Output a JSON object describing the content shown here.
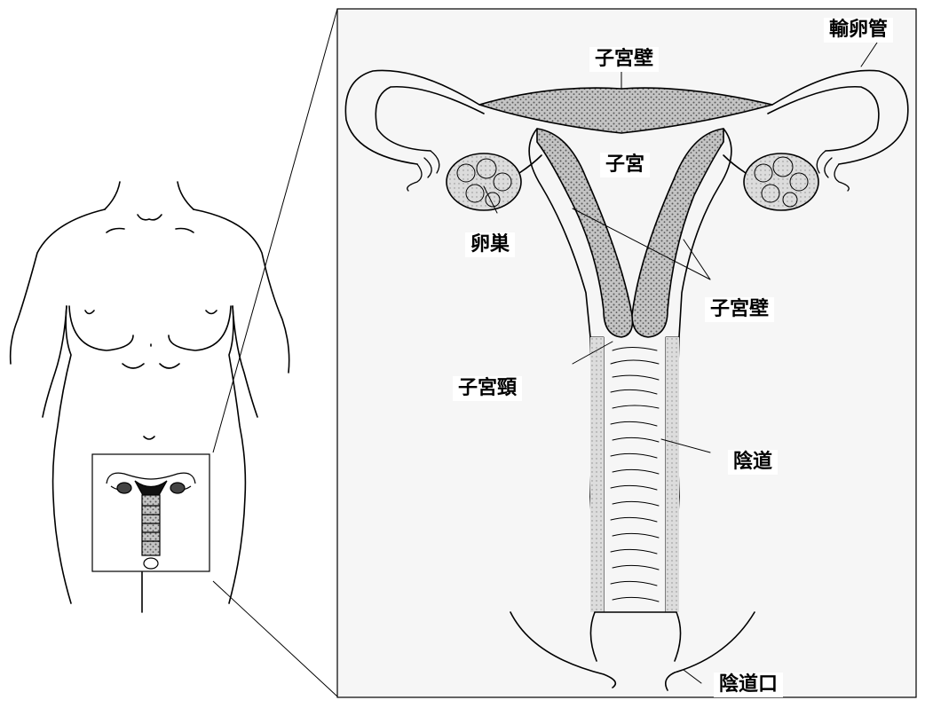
{
  "labels": {
    "uterine_wall_top": "子宮壁",
    "fallopian_tube": "輸卵管",
    "uterus": "子宮",
    "ovary": "卵巣",
    "uterine_wall_side": "子宮壁",
    "cervix": "子宮頸",
    "vagina": "陰道",
    "vaginal_opening": "陰道口"
  },
  "colors": {
    "line": "#000000",
    "tissue_fill": "#c4c4c4",
    "tissue_dots": "#5a5a5a",
    "background": "#ffffff"
  }
}
